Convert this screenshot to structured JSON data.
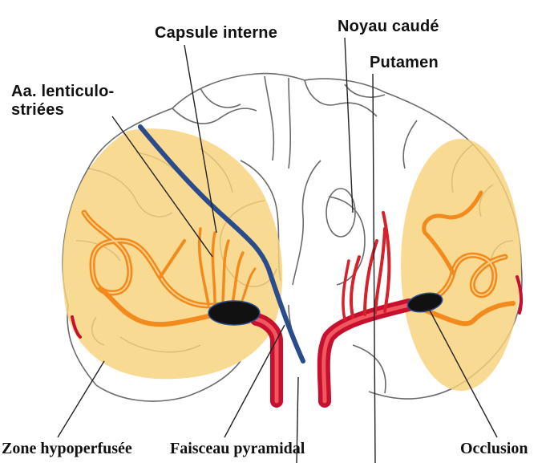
{
  "labels": {
    "capsule_interne": "Capsule interne",
    "noyau_caude": "Noyau caudé",
    "putamen": "Putamen",
    "aa_lenticulostriees_line1": "Aa. lenticulo-",
    "aa_lenticulostriees_line2": "striées",
    "zone_hypoperfusee": "Zone hypoperfusée",
    "faisceau_pyramidal": "Faisceau pyramidal",
    "occlusion": "Occlusion"
  },
  "colors": {
    "hypoperfusion_zone": "#f7d27a",
    "artery_red": "#e0202a",
    "artery_orange": "#f28a1e",
    "pyramidal_tract": "#2b4c8c",
    "occlusion": "#111111",
    "outline": "#6b6b6b"
  }
}
